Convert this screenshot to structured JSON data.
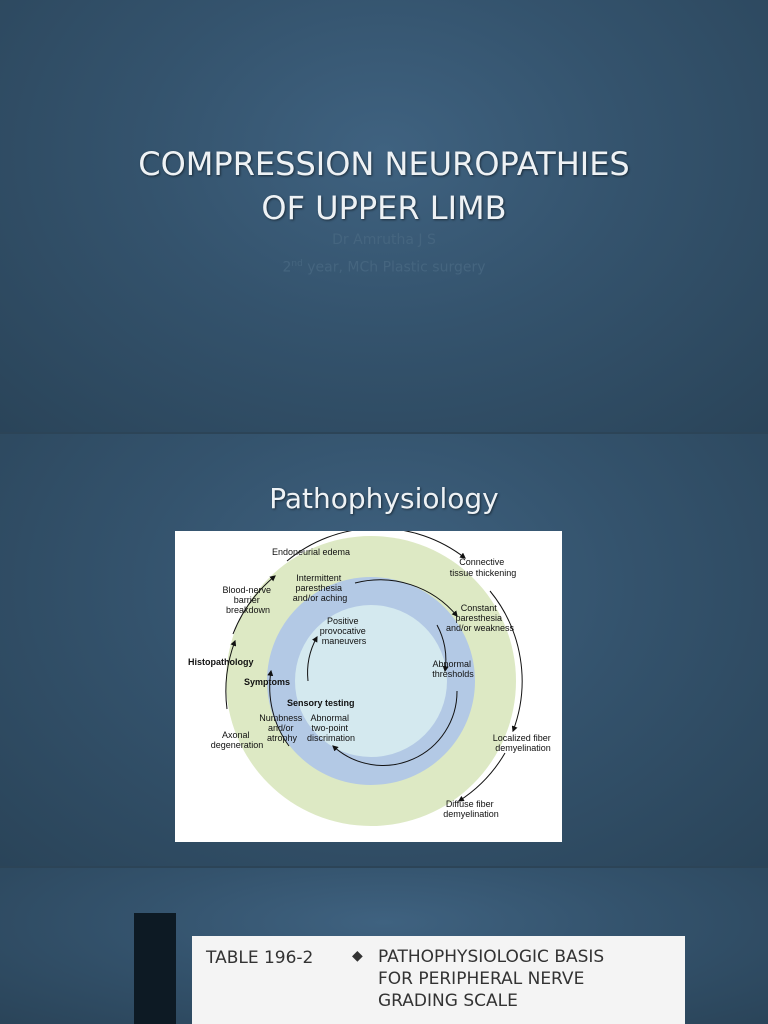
{
  "slides": [
    {
      "title_lines": [
        "COMPRESSION NEUROPATHIES",
        "OF UPPER LIMB"
      ],
      "author": "Dr Amrutha J S",
      "role_prefix": "2",
      "role_sup": "nd",
      "role_suffix": " year, MCh Plastic surgery"
    },
    {
      "title": "Pathophysiology",
      "diagram": {
        "outer_labels": {
          "endoneurial_edema": "Endoneurial edema",
          "connective": [
            "Connective",
            "tissue thickening"
          ],
          "blood_nerve": [
            "Blood-nerve",
            "barrier",
            "breakdown"
          ],
          "histopathology": "Histopathology",
          "axonal": [
            "Axonal",
            "degeneration"
          ],
          "localized": [
            "Localized fiber",
            "demyelination"
          ],
          "diffuse": [
            "Diffuse fiber",
            "demyelination"
          ]
        },
        "middle_labels": {
          "intermittent": [
            "Intermittent",
            "paresthesia",
            "and/or aching"
          ],
          "constant": [
            "Constant",
            "paresthesia",
            "and/or weakness"
          ],
          "symptoms": "Symptoms",
          "numbness": [
            "Numbness",
            "and/or",
            "atrophy"
          ]
        },
        "inner_labels": {
          "positive": [
            "Positive",
            "provocative",
            "maneuvers"
          ],
          "abnormal_thresholds": [
            "Abnormal",
            "thresholds"
          ],
          "sensory_testing": "Sensory testing",
          "two_point": [
            "Abnormal",
            "two-point",
            "discrimation"
          ]
        },
        "colors": {
          "outer": "#dde9c4",
          "middle": "#b3c9e5",
          "inner": "#d4e9ef"
        }
      }
    },
    {
      "table_label": "TABLE 196-2",
      "diamond": "◆",
      "table_heading": [
        "PATHOPHYSIOLOGIC BASIS",
        "FOR PERIPHERAL NERVE",
        "GRADING SCALE"
      ]
    }
  ]
}
